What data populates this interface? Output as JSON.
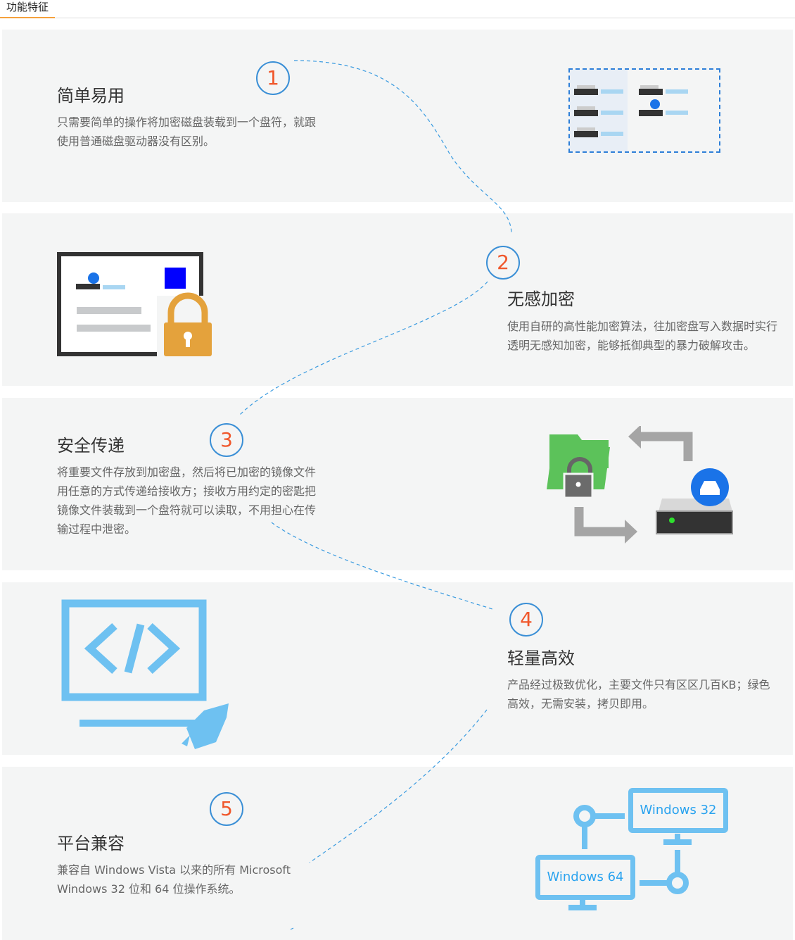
{
  "tab": {
    "label": "功能特征"
  },
  "features": [
    {
      "num": "1",
      "title": "简单易用",
      "desc": "只需要简单的操作将加密磁盘装载到一个盘符，就跟使用普通磁盘驱动器没有区别。"
    },
    {
      "num": "2",
      "title": "无感加密",
      "desc": "使用自研的高性能加密算法，往加密盘写入数据时实行透明无感知加密，能够抵御典型的暴力破解攻击。"
    },
    {
      "num": "3",
      "title": "安全传递",
      "desc": "将重要文件存放到加密盘，然后将已加密的镜像文件用任意的方式传递给接收方；接收方用约定的密匙把镜像文件装载到一个盘符就可以读取，不用担心在传输过程中泄密。"
    },
    {
      "num": "4",
      "title": "轻量高效",
      "desc": "产品经过极致优化，主要文件只有区区几百KB；绿色高效，无需安装，拷贝即用。"
    },
    {
      "num": "5",
      "title": "平台兼容",
      "desc": "兼容自 Windows Vista 以来的所有 Microsoft  Windows 32 位和 64 位操作系统。"
    }
  ],
  "platforms": {
    "win32": "Windows 32",
    "win64": "Windows 64"
  }
}
